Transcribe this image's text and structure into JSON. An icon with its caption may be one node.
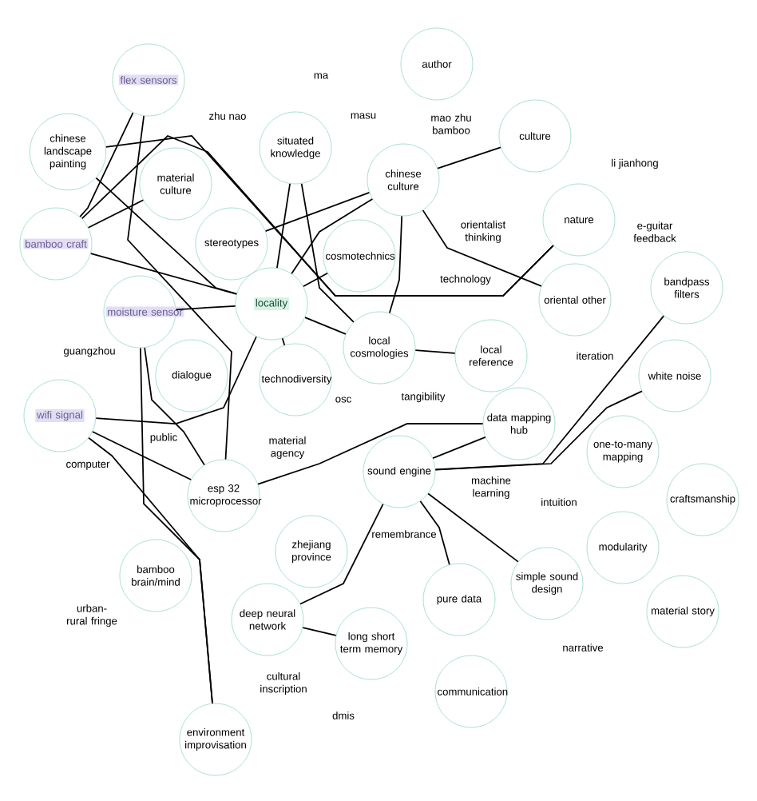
{
  "diagram": {
    "nodes": [
      {
        "text": [
          "author"
        ]
      },
      {
        "text": [
          "flex sensors"
        ]
      },
      {
        "text": [
          "chinese landscape painting"
        ]
      },
      {
        "text": [
          "material culture"
        ]
      },
      {
        "text": [
          "situated knowledge"
        ]
      },
      {
        "text": [
          "chinese culture"
        ]
      },
      {
        "text": [
          "culture"
        ]
      },
      {
        "text": [
          "bamboo craft"
        ]
      },
      {
        "text": [
          "stereotypes"
        ]
      },
      {
        "text": [
          "cosmotechnics"
        ]
      },
      {
        "text": [
          "nature"
        ]
      },
      {
        "text": [
          "moisture sensor"
        ]
      },
      {
        "text": [
          "locality"
        ]
      },
      {
        "text": [
          "oriental other"
        ]
      },
      {
        "text": [
          "bandpass filters"
        ]
      },
      {
        "text": [
          "dialogue"
        ]
      },
      {
        "text": [
          "local cosmologies"
        ]
      },
      {
        "text": [
          "local reference"
        ]
      },
      {
        "text": [
          "technodiversity"
        ]
      },
      {
        "text": [
          "white noise"
        ]
      },
      {
        "text": [
          "wifi signal"
        ]
      },
      {
        "text": [
          "data mapping hub"
        ]
      },
      {
        "text": [
          "sound engine"
        ]
      },
      {
        "text": [
          "one-to-many mapping"
        ]
      },
      {
        "text": [
          "esp 32 microprocessor"
        ]
      },
      {
        "text": [
          "craftsmanship"
        ]
      },
      {
        "text": [
          "zhejiang province"
        ]
      },
      {
        "text": [
          "bamboo brain/mind"
        ]
      },
      {
        "text": [
          "modularity"
        ]
      },
      {
        "text": [
          "deep neural network"
        ]
      },
      {
        "text": [
          "material story"
        ]
      },
      {
        "text": [
          "long short term memory"
        ]
      },
      {
        "text": [
          "pure data"
        ]
      },
      {
        "text": [
          "simple sound design"
        ]
      },
      {
        "text": [
          "communication"
        ]
      },
      {
        "text": [
          "environment improvisation"
        ]
      }
    ],
    "edges": [
      {
        "from": 1,
        "to": 7,
        "arrow": "none"
      },
      {
        "from": 1,
        "to": 24,
        "arrow": "none"
      },
      {
        "from": 2,
        "to": 10,
        "arrow": "none"
      },
      {
        "from": 2,
        "to": 12,
        "arrow": "none"
      },
      {
        "from": 3,
        "to": 7,
        "arrow": "none"
      },
      {
        "from": 7,
        "to": 10,
        "arrow": "none"
      },
      {
        "from": 7,
        "to": 12,
        "arrow": "none"
      },
      {
        "from": 8,
        "to": 5,
        "arrow": "none"
      },
      {
        "from": 4,
        "to": 12,
        "arrow": "none"
      },
      {
        "from": 4,
        "to": 16,
        "arrow": "none"
      },
      {
        "from": 5,
        "to": 12,
        "arrow": "none"
      },
      {
        "from": 5,
        "to": 16,
        "arrow": "none"
      },
      {
        "from": 5,
        "to": 6,
        "arrow": "none"
      },
      {
        "from": 5,
        "to": 13,
        "arrow": "none"
      },
      {
        "from": 12,
        "to": 9,
        "arrow": "none"
      },
      {
        "from": 12,
        "to": 16,
        "arrow": "none"
      },
      {
        "from": 11,
        "to": 12,
        "arrow": "none"
      },
      {
        "from": 12,
        "to": 18,
        "arrow": "none"
      },
      {
        "from": 12,
        "to": 20,
        "arrow": "none"
      },
      {
        "from": 11,
        "to": 35,
        "arrow": "none"
      },
      {
        "from": 20,
        "to": 35,
        "arrow": "none"
      },
      {
        "from": 11,
        "to": 24,
        "arrow": "none"
      },
      {
        "from": 20,
        "to": 24,
        "arrow": "none"
      },
      {
        "from": 24,
        "to": 21,
        "arrow": "none"
      },
      {
        "from": 16,
        "to": 17,
        "arrow": "none"
      },
      {
        "from": 22,
        "to": 14,
        "arrow": "none"
      },
      {
        "from": 22,
        "to": 21,
        "arrow": "none"
      },
      {
        "from": 22,
        "to": 19,
        "arrow": "none"
      },
      {
        "from": 22,
        "to": 29,
        "arrow": "none"
      },
      {
        "from": 22,
        "to": 32,
        "arrow": "none"
      },
      {
        "from": 22,
        "to": 33,
        "arrow": "none"
      },
      {
        "from": 29,
        "to": 31,
        "arrow": "none"
      }
    ],
    "labels": [
      "ma",
      "zhu nao",
      "masu",
      "mao zhu bamboo",
      "li jianhong",
      "orientalist thinking",
      "e-guitar feedback",
      "technology",
      "iteration",
      "guangzhou",
      "osc",
      "tangibility",
      "public",
      "material agency",
      "computer",
      "machine learning",
      "intuition",
      "remembrance",
      "urban-rural fringe",
      "narrative",
      "cultural inscription",
      "dmis"
    ]
  }
}
